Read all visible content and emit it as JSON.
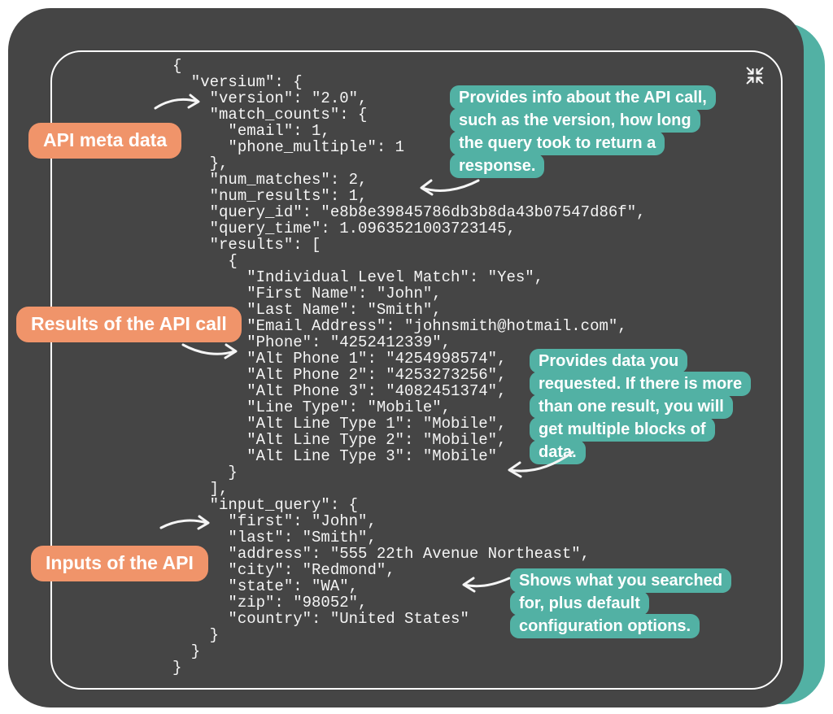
{
  "colors": {
    "page_bg": "#ffffff",
    "card_bg": "#454545",
    "accent_teal": "#52b1a4",
    "accent_orange": "#f0946a",
    "code_text": "#f5f5f5",
    "frame_border": "#ffffff"
  },
  "icons": {
    "collapse": "collapse-arrows-inward"
  },
  "code": {
    "lines": [
      "{",
      "  \"versium\": {",
      "    \"version\": \"2.0\",",
      "    \"match_counts\": {",
      "      \"email\": 1,",
      "      \"phone_multiple\": 1",
      "    },",
      "    \"num_matches\": 2,",
      "    \"num_results\": 1,",
      "    \"query_id\": \"e8b8e39845786db3b8da43b07547d86f\",",
      "    \"query_time\": 1.0963521003723145,",
      "    \"results\": [",
      "      {",
      "        \"Individual Level Match\": \"Yes\",",
      "        \"First Name\": \"John\",",
      "        \"Last Name\": \"Smith\",",
      "        \"Email Address\": \"johnsmith@hotmail.com\",",
      "        \"Phone\": \"4252412339\",",
      "        \"Alt Phone 1\": \"4254998574\",",
      "        \"Alt Phone 2\": \"4253273256\",",
      "        \"Alt Phone 3\": \"4082451374\",",
      "        \"Line Type\": \"Mobile\",",
      "        \"Alt Line Type 1\": \"Mobile\",",
      "        \"Alt Line Type 2\": \"Mobile\",",
      "        \"Alt Line Type 3\": \"Mobile\"",
      "      }",
      "    ],",
      "    \"input_query\": {",
      "      \"first\": \"John\",",
      "      \"last\": \"Smith\",",
      "      \"address\": \"555 22th Avenue Northeast\",",
      "      \"city\": \"Redmond\",",
      "      \"state\": \"WA\",",
      "      \"zip\": \"98052\",",
      "      \"country\": \"United States\"",
      "    }",
      "  }",
      "}"
    ]
  },
  "labels": [
    {
      "id": "api-meta-data",
      "text": "API meta data"
    },
    {
      "id": "results-of-api-call",
      "text": "Results of the API call"
    },
    {
      "id": "inputs-of-api",
      "text": "Inputs of the API"
    }
  ],
  "callouts": [
    {
      "id": "meta-info",
      "text": "Provides info about the API call,\nsuch as the version, how long\nthe query took to return a\nresponse."
    },
    {
      "id": "results-info",
      "text": "Provides data you\nrequested. If there is more\nthan one result, you will\nget multiple blocks of\ndata."
    },
    {
      "id": "inputs-info",
      "text": "Shows what you searched\nfor, plus default\nconfiguration options."
    }
  ]
}
